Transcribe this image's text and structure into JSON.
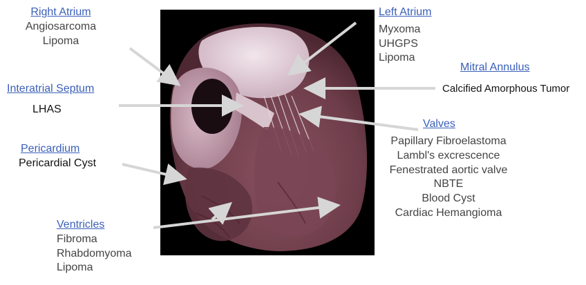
{
  "colors": {
    "heading": "#3a5fb8",
    "text": "#444444",
    "background": "#000000",
    "arrow": "#d6d6d6"
  },
  "right_atrium": {
    "heading": "Right Atrium",
    "items": [
      "Angiosarcoma",
      "Lipoma"
    ]
  },
  "left_atrium": {
    "heading": "Left Atrium",
    "items": [
      "Myxoma",
      "UHGPS",
      "Lipoma"
    ]
  },
  "interatrial_septum": {
    "heading": "Interatrial Septum",
    "items": [
      "LHAS"
    ]
  },
  "mitral_annulus": {
    "heading": "Mitral Annulus",
    "items": [
      "Calcified Amorphous Tumor"
    ]
  },
  "pericardium": {
    "heading": "Pericardium",
    "items": [
      "Pericardial Cyst"
    ]
  },
  "valves": {
    "heading": "Valves",
    "items": [
      "Papillary Fibroelastoma",
      "Lambl's excrescence",
      "Fenestrated aortic valve",
      "NBTE",
      "Blood Cyst",
      "Cardiac Hemangioma"
    ]
  },
  "ventricles": {
    "heading": "Ventricles",
    "items": [
      "Fibroma",
      "Rhabdomyoma",
      "Lipoma"
    ]
  }
}
